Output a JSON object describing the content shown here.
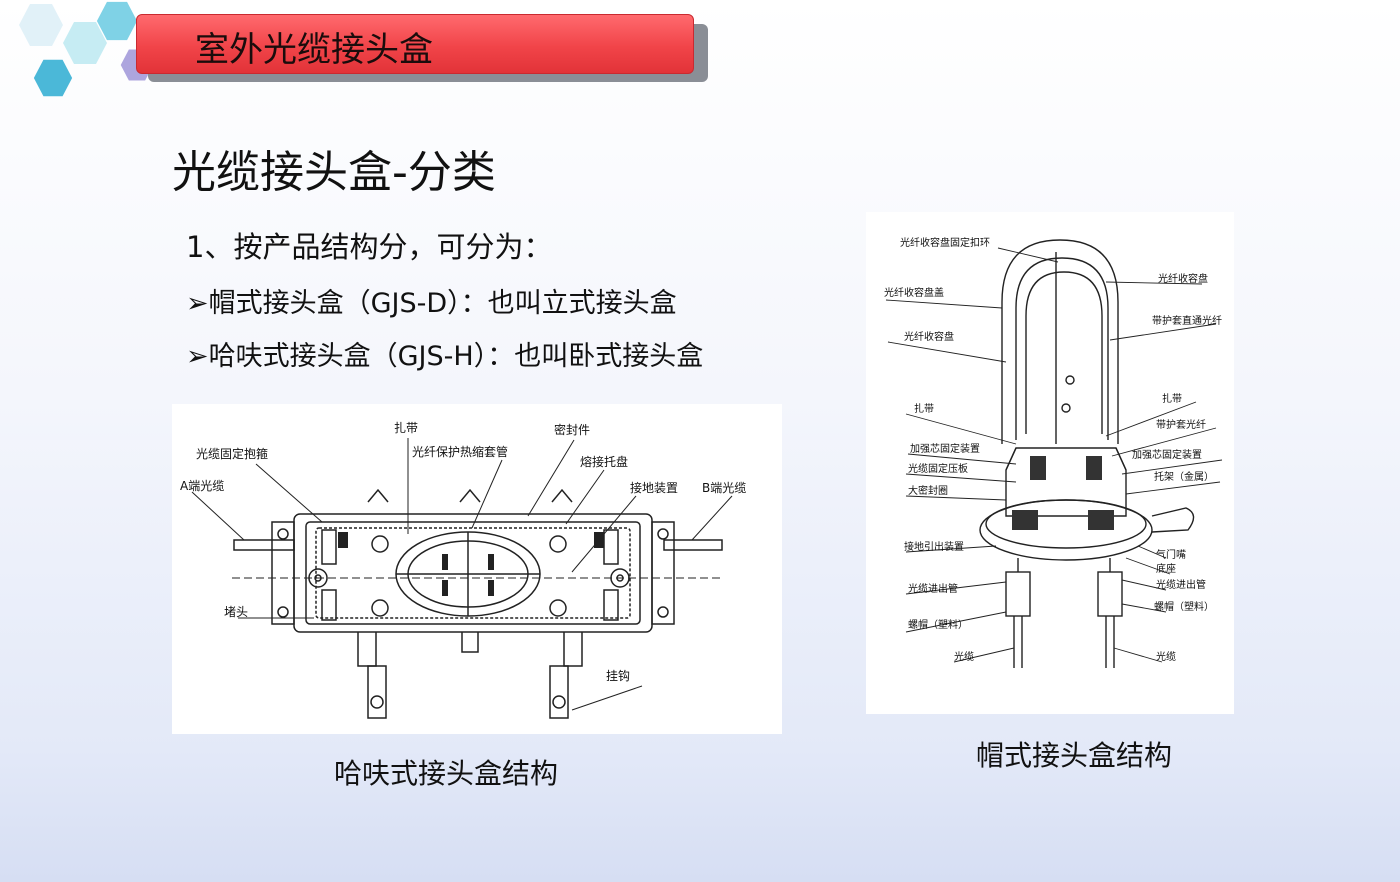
{
  "header": {
    "title": "室外光缆接头盒"
  },
  "heading": "光缆接头盒-分类",
  "classification": {
    "intro": "1、按产品结构分，可分为：",
    "items": [
      "➢帽式接头盒（GJS-D）：也叫立式接头盒",
      "➢哈呋式接头盒（GJS-H）：也叫卧式接头盒"
    ]
  },
  "diagram_h": {
    "caption": "哈呋式接头盒结构",
    "labels": {
      "tie": "扎带",
      "seal": "密封件",
      "clamp": "光缆固定抱箍",
      "sleeve": "光纤保护热缩套管",
      "tray": "熔接托盘",
      "cable_a": "A端光缆",
      "ground": "接地装置",
      "cable_b": "B端光缆",
      "plug": "堵头",
      "hook": "挂钩"
    }
  },
  "diagram_d": {
    "caption": "帽式接头盒结构",
    "labels": {
      "ring": "光纤收容盘固定扣环",
      "tray_r": "光纤收容盘",
      "cover": "光纤收容盘盖",
      "protected_fiber": "带护套直通光纤",
      "tray_l": "光纤收容盘",
      "tie_l": "扎带",
      "tie_r": "扎带",
      "sheath_fiber": "带护套光纤",
      "core_fix_l": "加强芯固定装置",
      "core_fix_r": "加强芯固定装置",
      "press_plate": "光缆固定压板",
      "bracket": "托架（金属）",
      "big_seal": "大密封圈",
      "ground_out": "接地引出装置",
      "valve": "气门嘴",
      "base": "底座",
      "inlet_l": "光缆进出管",
      "inlet_r": "光缆进出管",
      "cap_l": "螺帽（塑料）",
      "cap_r": "螺帽（塑料）",
      "cable_l": "光缆",
      "cable_r": "光缆"
    }
  }
}
